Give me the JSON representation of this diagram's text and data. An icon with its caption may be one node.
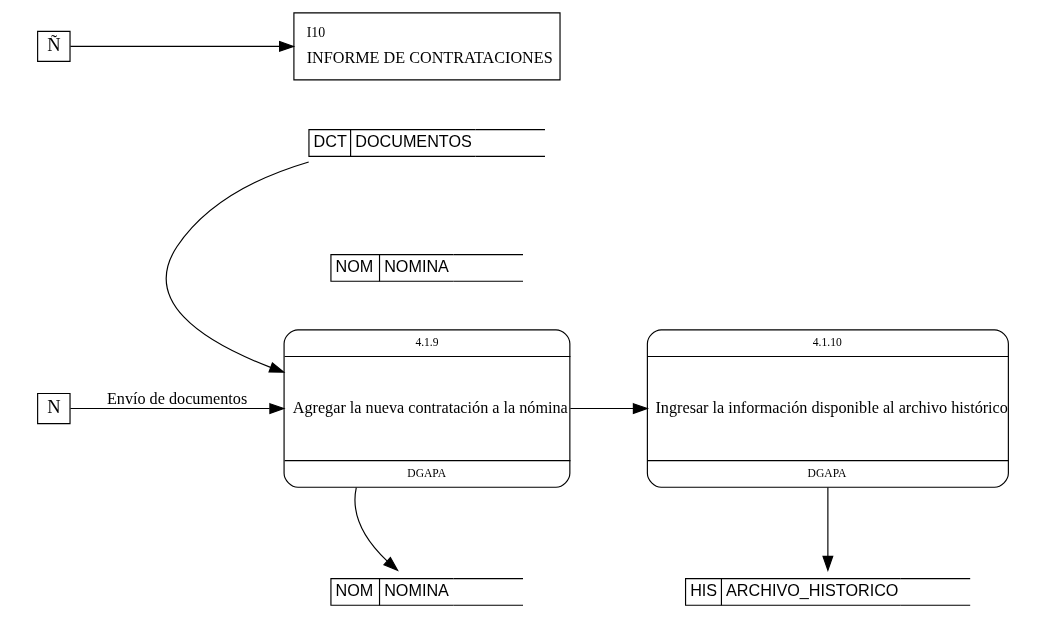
{
  "diagram": {
    "nodes": [
      {
        "text": [
          "N"
        ]
      },
      {
        "text": [
          "4.1.9",
          "Agregar la nueva contratación a la nómina",
          "DGAPA"
        ]
      },
      {
        "text": [
          "4.1.10",
          "Ingresar la información disponible al archivo histórico",
          "DGAPA"
        ]
      },
      {
        "text": [
          "NOM",
          "NOMINA"
        ]
      },
      {
        "text": [
          "HIS",
          "ARCHIVO_HISTORICO"
        ]
      },
      {
        "text": [
          "DCT",
          "DOCUMENTOS"
        ]
      },
      {
        "text": [
          "NOM",
          "NOMINA"
        ]
      },
      {
        "text": [
          "Ñ"
        ]
      },
      {
        "text": [
          "I10",
          "INFORME DE CONTRATACIONES"
        ]
      }
    ],
    "edges": [
      {
        "from": 0,
        "to": 1,
        "arrow": "to",
        "label": "Envío de documentos"
      },
      {
        "from": 1,
        "to": 2,
        "arrow": "to"
      },
      {
        "from": 1,
        "to": 3,
        "arrow": "to"
      },
      {
        "from": 2,
        "to": 4,
        "arrow": "to"
      },
      {
        "from": 5,
        "to": 1,
        "arrow": "to"
      },
      {
        "from": 7,
        "to": 8,
        "arrow": "to"
      }
    ]
  }
}
